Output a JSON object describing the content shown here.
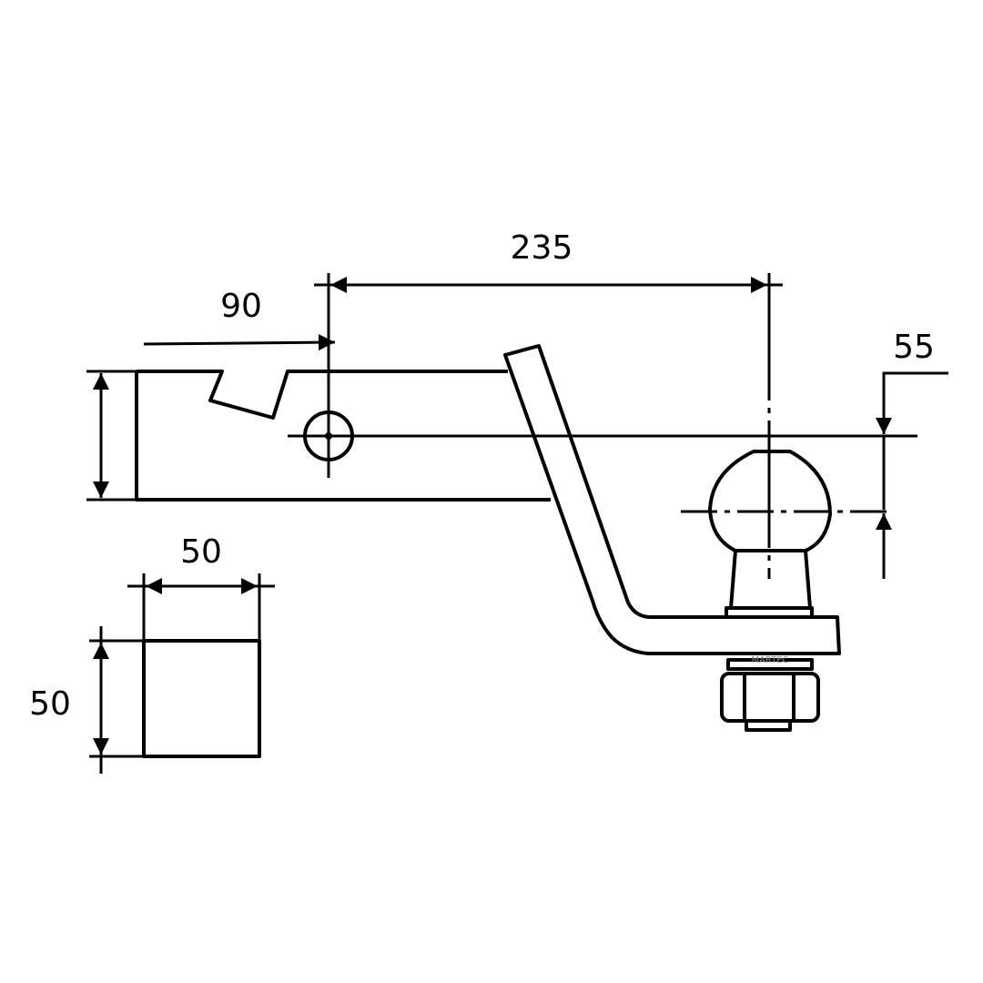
{
  "drawing": {
    "dimensions": {
      "pin_offset": "90",
      "ball_offset": "235",
      "ball_height": "55",
      "tube_width": "50",
      "tube_height": "50"
    },
    "watermark": "MARTEC"
  }
}
